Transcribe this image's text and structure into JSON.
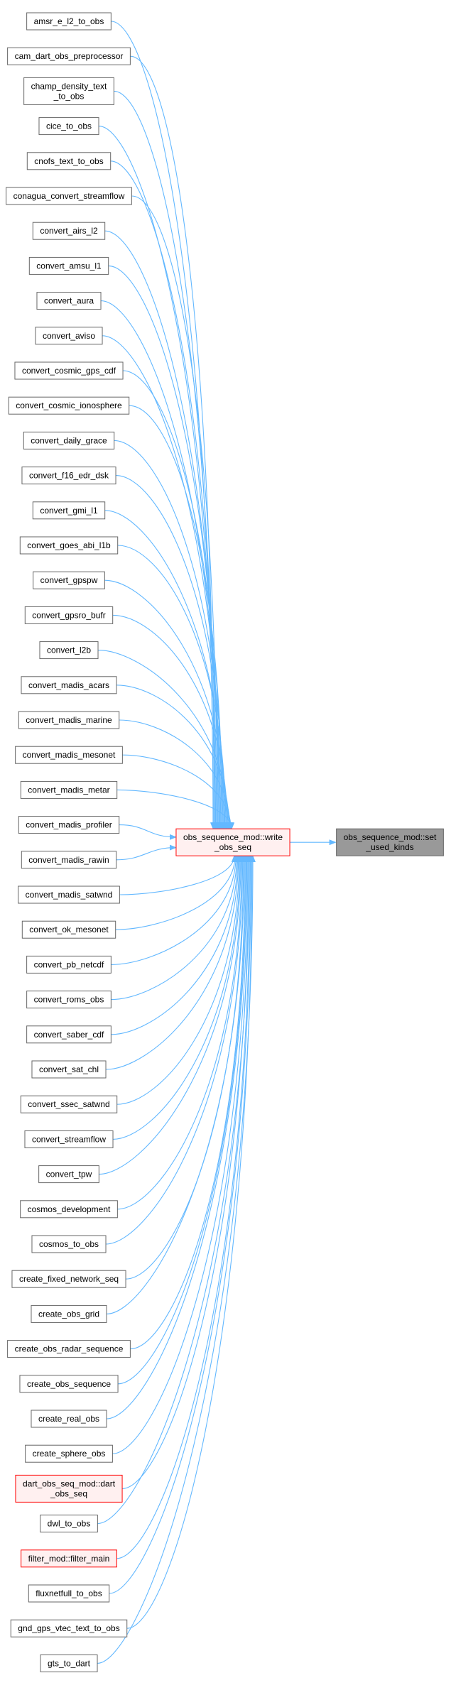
{
  "colors": {
    "edge": "#63b8ff",
    "node_border": "#666666",
    "node_fill": "#ffffff",
    "highlight_border": "#ff0000",
    "highlight_fill": "#fff0f0",
    "target_fill": "#999999"
  },
  "callers": [
    {
      "lines": [
        "amsr_e_l2_to_obs"
      ]
    },
    {
      "lines": [
        "cam_dart_obs_preprocessor"
      ]
    },
    {
      "lines": [
        "champ_density_text",
        "_to_obs"
      ]
    },
    {
      "lines": [
        "cice_to_obs"
      ]
    },
    {
      "lines": [
        "cnofs_text_to_obs"
      ]
    },
    {
      "lines": [
        "conagua_convert_streamflow"
      ]
    },
    {
      "lines": [
        "convert_airs_l2"
      ]
    },
    {
      "lines": [
        "convert_amsu_l1"
      ]
    },
    {
      "lines": [
        "convert_aura"
      ]
    },
    {
      "lines": [
        "convert_aviso"
      ]
    },
    {
      "lines": [
        "convert_cosmic_gps_cdf"
      ]
    },
    {
      "lines": [
        "convert_cosmic_ionosphere"
      ]
    },
    {
      "lines": [
        "convert_daily_grace"
      ]
    },
    {
      "lines": [
        "convert_f16_edr_dsk"
      ]
    },
    {
      "lines": [
        "convert_gmi_l1"
      ]
    },
    {
      "lines": [
        "convert_goes_abi_l1b"
      ]
    },
    {
      "lines": [
        "convert_gpspw"
      ]
    },
    {
      "lines": [
        "convert_gpsro_bufr"
      ]
    },
    {
      "lines": [
        "convert_l2b"
      ]
    },
    {
      "lines": [
        "convert_madis_acars"
      ]
    },
    {
      "lines": [
        "convert_madis_marine"
      ]
    },
    {
      "lines": [
        "convert_madis_mesonet"
      ]
    },
    {
      "lines": [
        "convert_madis_metar"
      ]
    },
    {
      "lines": [
        "convert_madis_profiler"
      ]
    },
    {
      "lines": [
        "convert_madis_rawin"
      ]
    },
    {
      "lines": [
        "convert_madis_satwnd"
      ]
    },
    {
      "lines": [
        "convert_ok_mesonet"
      ]
    },
    {
      "lines": [
        "convert_pb_netcdf"
      ]
    },
    {
      "lines": [
        "convert_roms_obs"
      ]
    },
    {
      "lines": [
        "convert_saber_cdf"
      ]
    },
    {
      "lines": [
        "convert_sat_chl"
      ]
    },
    {
      "lines": [
        "convert_ssec_satwnd"
      ]
    },
    {
      "lines": [
        "convert_streamflow"
      ]
    },
    {
      "lines": [
        "convert_tpw"
      ]
    },
    {
      "lines": [
        "cosmos_development"
      ]
    },
    {
      "lines": [
        "cosmos_to_obs"
      ]
    },
    {
      "lines": [
        "create_fixed_network_seq"
      ]
    },
    {
      "lines": [
        "create_obs_grid"
      ]
    },
    {
      "lines": [
        "create_obs_radar_sequence"
      ]
    },
    {
      "lines": [
        "create_obs_sequence"
      ]
    },
    {
      "lines": [
        "create_real_obs"
      ]
    },
    {
      "lines": [
        "create_sphere_obs"
      ]
    },
    {
      "lines": [
        "dart_obs_seq_mod::dart",
        "_obs_seq"
      ],
      "highlight": true
    },
    {
      "lines": [
        "dwl_to_obs"
      ]
    },
    {
      "lines": [
        "filter_mod::filter_main"
      ],
      "highlight": true
    },
    {
      "lines": [
        "fluxnetfull_to_obs"
      ]
    },
    {
      "lines": [
        "gnd_gps_vtec_text_to_obs"
      ]
    },
    {
      "lines": [
        "gts_to_dart"
      ]
    }
  ],
  "middle": {
    "lines": [
      "obs_sequence_mod::write",
      "_obs_seq"
    ]
  },
  "target": {
    "lines": [
      "obs_sequence_mod::set",
      "_used_kinds"
    ]
  }
}
